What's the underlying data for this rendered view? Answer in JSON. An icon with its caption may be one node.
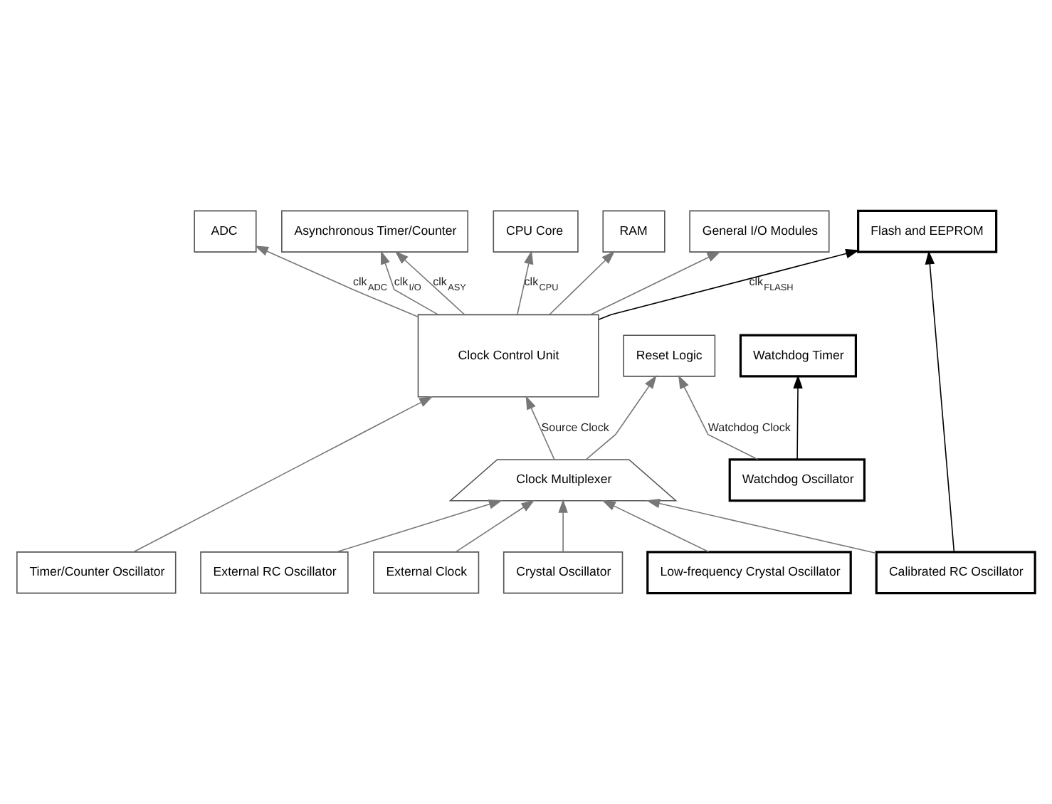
{
  "diagram": {
    "nodes": [
      {
        "text": [
          "Asynchronous Timer/Counter"
        ]
      },
      {
        "text": [
          "General I/O Modules"
        ]
      },
      {
        "text": [
          "ADC"
        ]
      },
      {
        "text": [
          "CPU Core"
        ]
      },
      {
        "text": [
          "RAM"
        ]
      },
      {
        "text": [
          "Flash and EEPROM"
        ]
      },
      {
        "text": [
          "Clock Control Unit"
        ]
      },
      {
        "text": [
          "Reset Logic"
        ]
      },
      {
        "text": [
          "Watchdog Timer"
        ]
      },
      {
        "text": [
          "Clock Multiplexer"
        ]
      },
      {
        "text": [
          "Watchdog Oscillator"
        ]
      },
      {
        "text": [
          "Timer/Counter Oscillator"
        ]
      },
      {
        "text": [
          "External RC Oscillator"
        ]
      },
      {
        "text": [
          "External Clock"
        ]
      },
      {
        "text": [
          "Crystal Oscillator"
        ]
      },
      {
        "text": [
          "Low-frequency Crystal Oscillator"
        ]
      },
      {
        "text": [
          "Calibrated RC Oscillator"
        ]
      }
    ],
    "edges": [
      {
        "from": 6,
        "to": 0,
        "arrow": "to",
        "label": "clk$_{ASY}$"
      },
      {
        "from": 6,
        "to": 0,
        "arrow": "to",
        "label": "clk$_{I/O}$"
      },
      {
        "from": 6,
        "to": 1,
        "arrow": "to"
      },
      {
        "from": 6,
        "to": 2,
        "arrow": "to",
        "label": "clk$_{ADC}$"
      },
      {
        "from": 6,
        "to": 3,
        "arrow": "to",
        "label": "clk$_{CPU}$"
      },
      {
        "from": 6,
        "to": 4,
        "arrow": "to"
      },
      {
        "from": 6,
        "to": 5,
        "arrow": "to",
        "label": "clk$_{FLASH}$",
        "color": "#000000"
      },
      {
        "from": 16,
        "to": 5,
        "arrow": "to",
        "color": "#000000"
      },
      {
        "from": 11,
        "to": 6,
        "arrow": "to"
      },
      {
        "from": 9,
        "to": 6,
        "arrow": "to",
        "label": "Source Clock"
      },
      {
        "from": 9,
        "to": 7,
        "arrow": "to"
      },
      {
        "from": 10,
        "to": 7,
        "arrow": "to",
        "label": "Watchdog Clock"
      },
      {
        "from": 10,
        "to": 8,
        "arrow": "to",
        "color": "#000000"
      },
      {
        "from": 12,
        "to": 9,
        "arrow": "to"
      },
      {
        "from": 13,
        "to": 9,
        "arrow": "to"
      },
      {
        "from": 14,
        "to": 9,
        "arrow": "to"
      },
      {
        "from": 15,
        "to": 9,
        "arrow": "to"
      },
      {
        "from": 16,
        "to": 9,
        "arrow": "to"
      }
    ]
  }
}
